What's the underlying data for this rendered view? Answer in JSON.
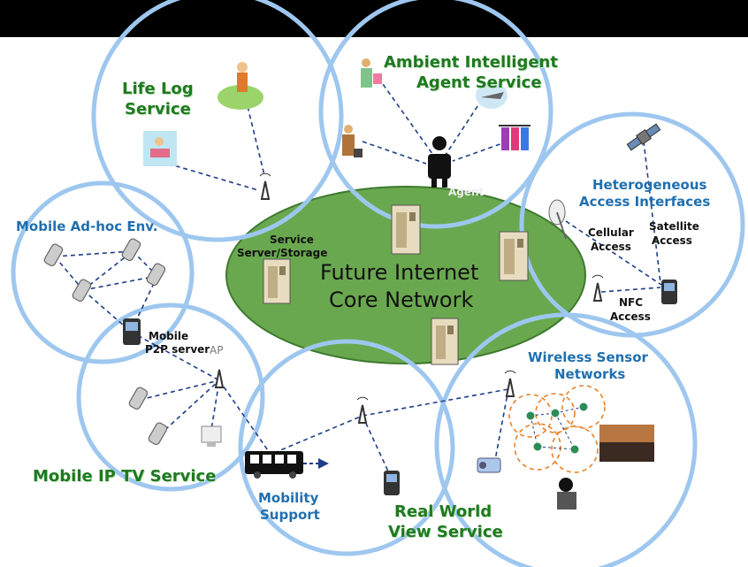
{
  "diagram": {
    "core": {
      "line1": "Future Internet",
      "line2": "Core Network"
    },
    "services": {
      "life_log": {
        "line1": "Life Log",
        "line2": "Service"
      },
      "ambient": {
        "line1": "Ambient Intelligent",
        "line2": "Agent Service"
      },
      "mobile_iptv": "Mobile IP TV Service",
      "real_world": {
        "line1": "Real World",
        "line2": "View Service"
      }
    },
    "areas": {
      "mobile_adhoc": "Mobile Ad-hoc Env.",
      "heterogeneous": {
        "line1": "Heterogeneous",
        "line2": "Access Interfaces"
      },
      "wireless_sensor": {
        "line1": "Wireless Sensor",
        "line2": "Networks"
      },
      "mobility": {
        "line1": "Mobility",
        "line2": "Support"
      }
    },
    "small_labels": {
      "agent": "Agent",
      "service_server": {
        "line1": "Service",
        "line2": "Server/Storage"
      },
      "cellular": {
        "line1": "Cellular",
        "line2": "Access"
      },
      "satellite": {
        "line1": "Satellite",
        "line2": "Access"
      },
      "nfc": {
        "line1": "NFC",
        "line2": "Access"
      },
      "mobile_p2p": {
        "line1": "Mobile",
        "line2": "P2P server"
      },
      "ap": "AP"
    },
    "colors": {
      "core_fill": "#6aa84f",
      "circle_stroke": "#9ec7ef",
      "link": "#1f3c88",
      "sensor_ring": "#e8822a",
      "green_text": "#1f7a1f",
      "blue_text": "#1f6fb0"
    }
  }
}
